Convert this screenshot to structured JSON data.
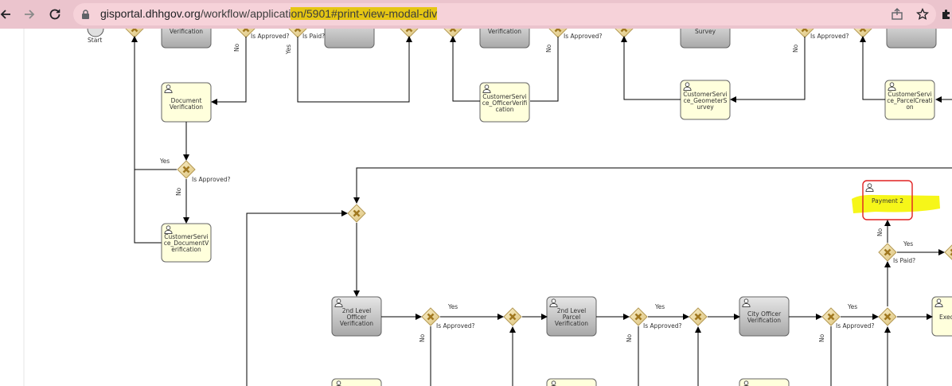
{
  "browser": {
    "url_prefix": "gisportal.dhhgov.org",
    "url_mid": "/workflow/applicati",
    "url_highlight": "on/5901#print-view-modal-div",
    "back_icon": "arrow-left-icon",
    "forward_icon": "arrow-right-icon",
    "reload_icon": "reload-icon",
    "lock_icon": "lock-icon",
    "share_icon": "share-icon",
    "star_icon": "star-icon",
    "extensions_icon": "puzzle-icon"
  },
  "workflow": {
    "start_label": "Start",
    "tasks": {
      "verification_a": "Verification",
      "verification_b": "Verification",
      "survey": "Survey",
      "doc_verification": [
        "Document",
        "Verification"
      ],
      "cs_officer": [
        "CustomerServi",
        "ce_OfficerVerifi",
        "cation"
      ],
      "cs_geometer": [
        "CustomerServi",
        "ce_GeometerS",
        "urvey"
      ],
      "cs_parcel": [
        "CustomerServi",
        "ce_ParcelCreati",
        "on"
      ],
      "cs_document": [
        "CustomerServi",
        "ce_DocumentV",
        "erification"
      ],
      "payment2": "Payment 2",
      "second_officer": [
        "2nd Level",
        "Officer",
        "Verification"
      ],
      "second_parcel": [
        "2nd Level",
        "Parcel",
        "Verification"
      ],
      "city_officer": [
        "City Officer",
        "Verification"
      ],
      "exec_partial": "Exec"
    },
    "labels": {
      "is_approved": "Is Approved?",
      "is_paid": "Is Paid?",
      "yes": "Yes",
      "no": "No"
    },
    "colors": {
      "task_fill": "#ffffdc",
      "task_gray": "#c8c8c8",
      "gateway_fill": "#f4e2a4",
      "gateway_x": "#b08a2e",
      "highlight_yellow": "#f5f500",
      "highlight_red": "#e02020"
    }
  }
}
